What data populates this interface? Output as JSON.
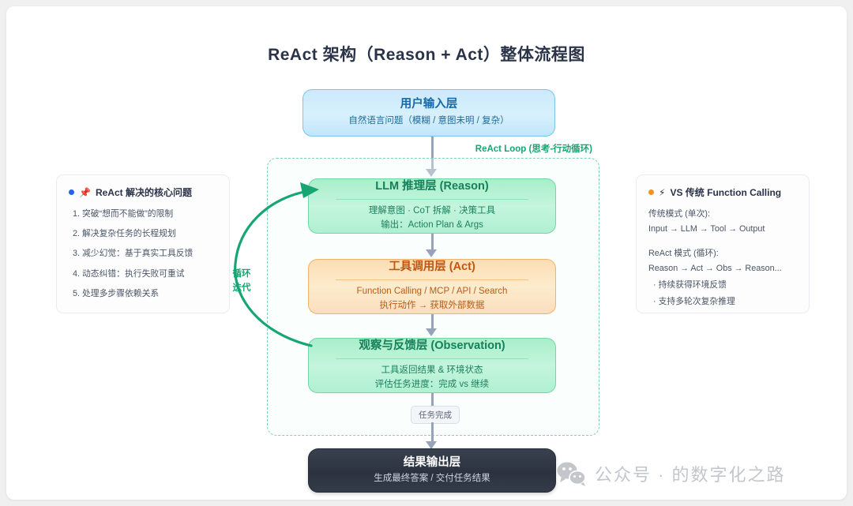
{
  "title": "ReAct 架构（Reason + Act）整体流程图",
  "nodes": {
    "user_input": {
      "heading": "用户输入层",
      "line1": "自然语言问题（模糊 / 意图未明 / 复杂）"
    },
    "reason": {
      "heading": "LLM 推理层 (Reason)",
      "line1": "理解意图 · CoT 拆解 · 决策工具",
      "line2": "输出：Action Plan & Args"
    },
    "act": {
      "heading": "工具调用层 (Act)",
      "line1": "Function Calling / MCP / API / Search",
      "line2": "执行动作 → 获取外部数据"
    },
    "observation": {
      "heading": "观察与反馈层 (Observation)",
      "line1": "工具返回结果 & 环境状态",
      "line2": "评估任务进度：完成 vs 继续"
    },
    "output": {
      "heading": "结果输出层",
      "line1": "生成最终答案 / 交付任务结果"
    }
  },
  "loop": {
    "container_label": "ReAct Loop (思考-行动循环)",
    "arrow_label_line1": "循环",
    "arrow_label_line2": "迭代",
    "done_badge": "任务完成"
  },
  "panel_left": {
    "icon": "pushpin-icon",
    "icon_glyph": "📌",
    "dot_color": "#2563eb",
    "heading": "ReAct 解决的核心问题",
    "items": [
      "突破“想而不能做”的限制",
      "解决复杂任务的长程规划",
      "减少幻觉：基于真实工具反馈",
      "动态纠错：执行失败可重试",
      "处理多步骤依赖关系"
    ]
  },
  "panel_right": {
    "icon": "lightning-icon",
    "icon_glyph": "⚡",
    "dot_color": "#f09220",
    "heading": "VS 传统 Function Calling",
    "traditional_label": "传统模式 (单次):",
    "traditional_flow": "Input → LLM → Tool → Output",
    "react_label": "ReAct 模式 (循环):",
    "react_flow": "Reason → Act → Obs → Reason...",
    "bullets": [
      "· 持续获得环境反馈",
      "· 支持多轮次复杂推理"
    ]
  },
  "watermark": {
    "icon": "wechat-icon",
    "text": "公众号 · 的数字化之路"
  },
  "colors": {
    "blue_node": "#cbeafb",
    "green_node": "#b0f0d2",
    "orange_node": "#fadebd",
    "dark_node": "#2b3240",
    "loop_accent": "#17a673",
    "connector": "#97a3b8"
  }
}
